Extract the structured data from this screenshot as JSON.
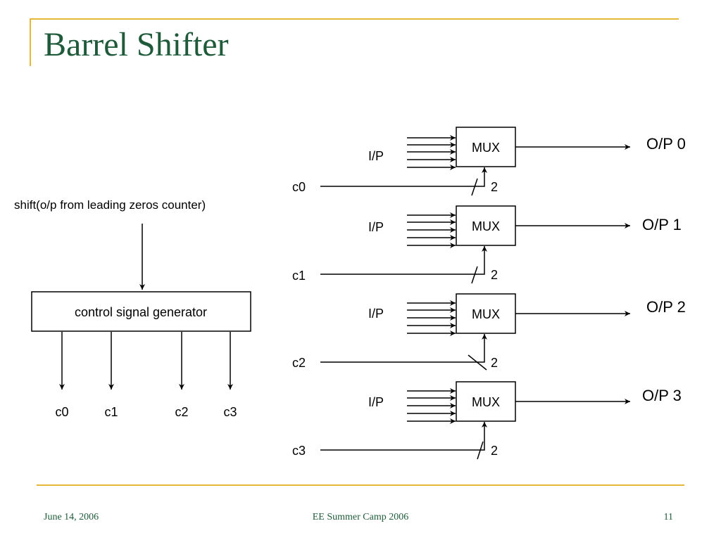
{
  "slide": {
    "title": "Barrel Shifter"
  },
  "diagram": {
    "shift_label": "shift(o/p from leading zeros counter)",
    "generator_label": "control signal generator",
    "generator_outputs": [
      "c0",
      "c1",
      "c2",
      "c3"
    ],
    "mux_blocks": [
      {
        "input_label": "I/P",
        "mux_label": "MUX",
        "output_label": "O/P 0",
        "control_label": "c0",
        "select_width": "2"
      },
      {
        "input_label": "I/P",
        "mux_label": "MUX",
        "output_label": "O/P 1",
        "control_label": "c1",
        "select_width": "2"
      },
      {
        "input_label": "I/P",
        "mux_label": "MUX",
        "output_label": "O/P 2",
        "control_label": "c2",
        "select_width": "2"
      },
      {
        "input_label": "I/P",
        "mux_label": "MUX",
        "output_label": "O/P 3",
        "control_label": "c3",
        "select_width": "2"
      }
    ]
  },
  "footer": {
    "date": "June 14, 2006",
    "event": "EE Summer Camp 2006",
    "page_number": "11"
  }
}
